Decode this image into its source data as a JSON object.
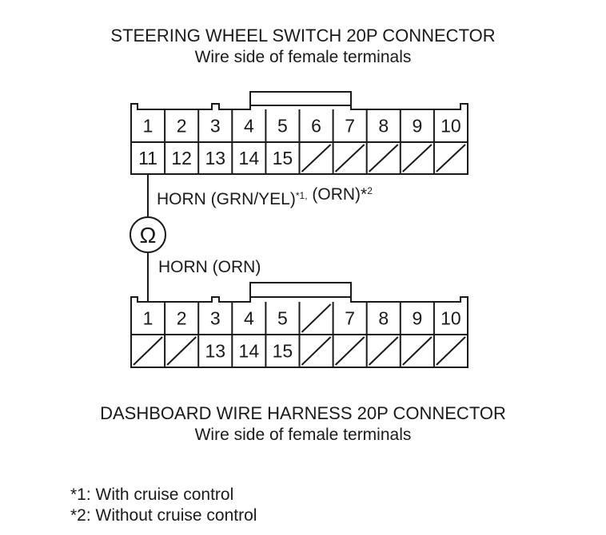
{
  "top_connector": {
    "title": "STEERING WHEEL SWITCH 20P CONNECTOR",
    "subtitle": "Wire side of female terminals",
    "row1": [
      "1",
      "2",
      "3",
      "4",
      "5",
      "6",
      "7",
      "8",
      "9",
      "10"
    ],
    "row2": [
      "11",
      "12",
      "13",
      "14",
      "15",
      "",
      "",
      "",
      "",
      ""
    ]
  },
  "bottom_connector": {
    "title": "DASHBOARD WIRE HARNESS 20P CONNECTOR",
    "subtitle": "Wire side of female terminals",
    "row1": [
      "1",
      "2",
      "3",
      "4",
      "5",
      "",
      "7",
      "8",
      "9",
      "10"
    ],
    "row2": [
      "",
      "",
      "13",
      "14",
      "15",
      "",
      "",
      "",
      "",
      ""
    ]
  },
  "wires": {
    "top_label": "HORN (GRN/YEL)",
    "top_label_mark": "*1,",
    "top_label_alt": "(ORN)*",
    "top_label_alt_mark": "2",
    "bottom_label": "HORN (ORN)"
  },
  "meter_symbol": "Ω",
  "notes": [
    "*1: With cruise control",
    "*2: Without cruise control"
  ]
}
